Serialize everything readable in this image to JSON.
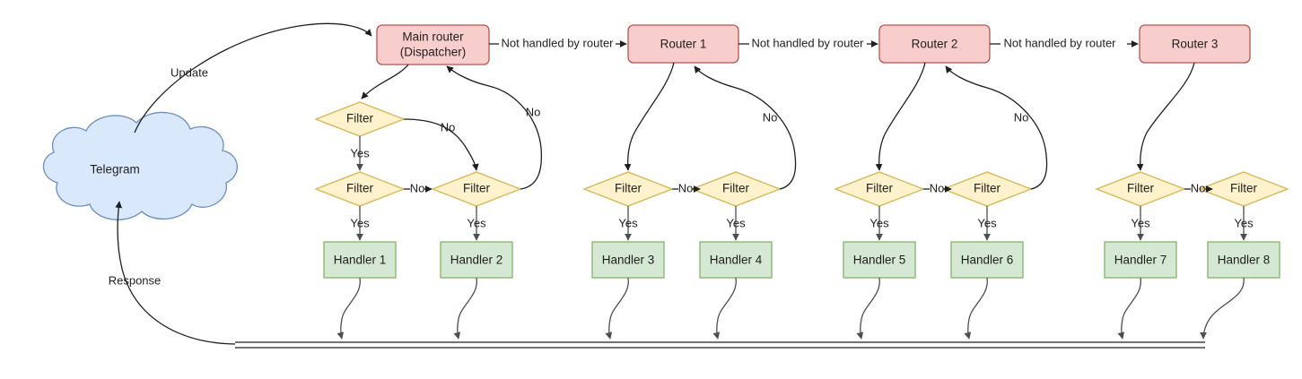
{
  "diagram": {
    "title": "Telegram bot update dispatch flow",
    "colors": {
      "router_fill": "#f8cecc",
      "router_stroke": "#b85450",
      "filter_fill": "#fff2cc",
      "filter_stroke": "#d6b656",
      "handler_fill": "#d5e8d4",
      "handler_stroke": "#82b366",
      "cloud_fill": "#dae8fc",
      "cloud_stroke": "#6c8ebf",
      "edge_stroke": "#1f1f1f",
      "background": "#ffffff"
    },
    "source": {
      "label": "Telegram"
    },
    "routers": [
      {
        "id": "main-router",
        "line1": "Main router",
        "line2": "(Dispatcher)"
      },
      {
        "id": "router-1",
        "line1": "Router 1",
        "line2": ""
      },
      {
        "id": "router-2",
        "line1": "Router 2",
        "line2": ""
      },
      {
        "id": "router-3",
        "line1": "Router 3",
        "line2": ""
      }
    ],
    "filters": [
      {
        "id": "filter-top-1",
        "label": "Filter"
      },
      {
        "id": "filter-1",
        "label": "Filter"
      },
      {
        "id": "filter-2",
        "label": "Filter"
      },
      {
        "id": "filter-3",
        "label": "Filter"
      },
      {
        "id": "filter-4",
        "label": "Filter"
      },
      {
        "id": "filter-5",
        "label": "Filter"
      },
      {
        "id": "filter-6",
        "label": "Filter"
      },
      {
        "id": "filter-7",
        "label": "Filter"
      },
      {
        "id": "filter-8",
        "label": "Filter"
      }
    ],
    "handlers": [
      {
        "id": "handler-1",
        "label": "Handler 1"
      },
      {
        "id": "handler-2",
        "label": "Handler 2"
      },
      {
        "id": "handler-3",
        "label": "Handler 3"
      },
      {
        "id": "handler-4",
        "label": "Handler 4"
      },
      {
        "id": "handler-5",
        "label": "Handler 5"
      },
      {
        "id": "handler-6",
        "label": "Handler 6"
      },
      {
        "id": "handler-7",
        "label": "Handler 7"
      },
      {
        "id": "handler-8",
        "label": "Handler 8"
      }
    ],
    "edge_labels": {
      "update": "Update",
      "response": "Response",
      "not_handled": "Not handled by router",
      "yes": "Yes",
      "no": "No"
    },
    "chain_labels": [
      {
        "id": "not-handled-1",
        "text": "Not handled by router"
      },
      {
        "id": "not-handled-2",
        "text": "Not handled by router"
      },
      {
        "id": "not-handled-3",
        "text": "Not handled by router"
      }
    ],
    "yes_labels": [
      {
        "id": "yes-top-1",
        "text": "Yes"
      },
      {
        "id": "yes-1",
        "text": "Yes"
      },
      {
        "id": "yes-2",
        "text": "Yes"
      },
      {
        "id": "yes-3",
        "text": "Yes"
      },
      {
        "id": "yes-4",
        "text": "Yes"
      },
      {
        "id": "yes-5",
        "text": "Yes"
      },
      {
        "id": "yes-6",
        "text": "Yes"
      },
      {
        "id": "yes-7",
        "text": "Yes"
      },
      {
        "id": "yes-8",
        "text": "Yes"
      }
    ],
    "no_labels": [
      {
        "id": "no-top-1",
        "text": "No"
      },
      {
        "id": "no-back-1",
        "text": "No"
      },
      {
        "id": "no-pair-1",
        "text": "No"
      },
      {
        "id": "no-back-2",
        "text": "No"
      },
      {
        "id": "no-pair-2",
        "text": "No"
      },
      {
        "id": "no-back-3",
        "text": "No"
      },
      {
        "id": "no-pair-3",
        "text": "No"
      },
      {
        "id": "no-pair-4",
        "text": "No"
      }
    ]
  }
}
